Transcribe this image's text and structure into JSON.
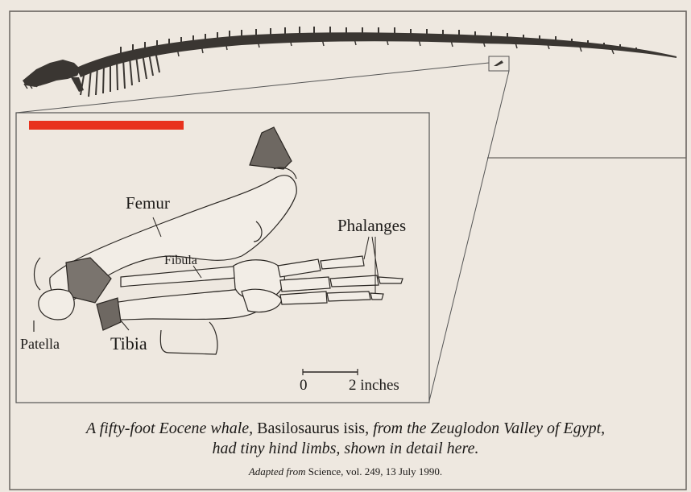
{
  "labels": {
    "femur": "Femur",
    "phalanges": "Phalanges",
    "fibula": "Fibula",
    "patella": "Patella",
    "tibia": "Tibia"
  },
  "scale_bar": {
    "start": "0",
    "end": "2 inches"
  },
  "caption": {
    "line1_a": "A fifty-foot Eocene whale,",
    "line1_b": "Basilosaurus isis,",
    "line1_c": "from the Zeuglodon Valley of Egypt,",
    "line2": "had tiny hind limbs, shown in detail here.",
    "credit_a": "Adapted from",
    "credit_b": "Science, vol. 249, 13 July 1990."
  },
  "colors": {
    "background": "#eee8e0",
    "ink": "#1c1a18",
    "skeleton": "#3a3632",
    "highlight_bar": "#e8321e"
  }
}
